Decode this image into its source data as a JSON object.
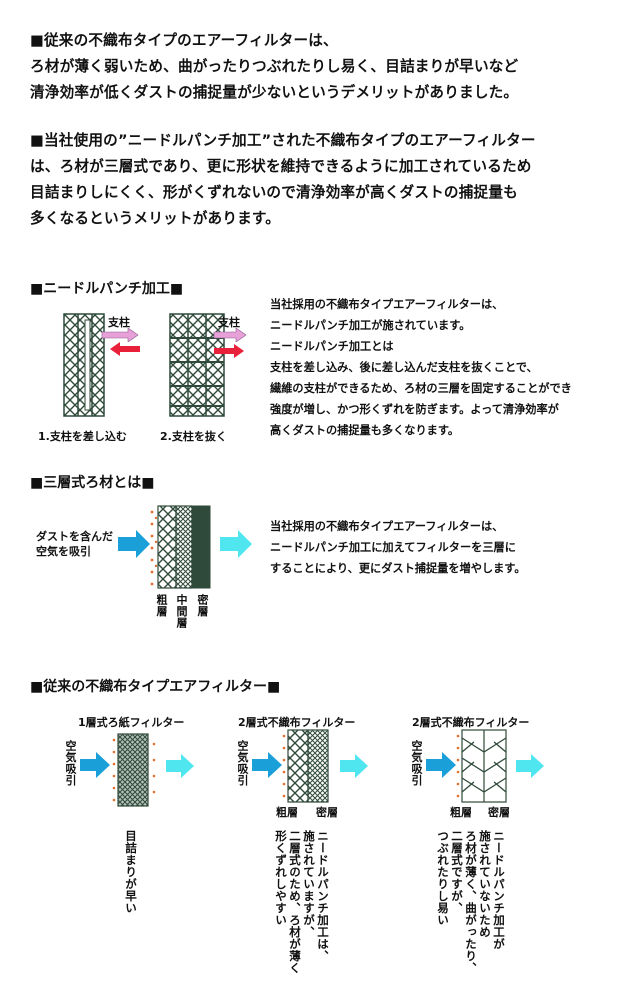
{
  "intro": {
    "para1": [
      "■従来の不織布タイプのエアーフィルターは、",
      "ろ材が薄く弱いため、曲がったりつぶれたりし易く、目詰まりが早いなど",
      "清浄効率が低くダストの捕捉量が少ないというデメリットがありました。"
    ],
    "para2": [
      "■当社使用の”ニードルパンチ加工”された不織布タイプのエアーフィルター",
      "は、ろ材が三層式であり、更に形状を維持できるように加工されているため",
      "目詰まりしにくく、形がくずれないので清浄効率が高くダストの捕捉量も",
      "多くなるというメリットがあります。"
    ]
  },
  "needle": {
    "heading": "■ニードルパンチ加工■",
    "pillar_label": "支柱",
    "step1": "1.支柱を差し込む",
    "step2": "2.支柱を抜く",
    "desc": [
      "当社採用の不織布タイプエアーフィルターは、",
      "ニードルパンチ加工が施されています。",
      "ニードルパンチ加工とは",
      "支柱を差し込み、後に差し込んだ支柱を抜くことで、",
      "繊維の支柱ができるため、ろ材の三層を固定することができ",
      "強度が増し、かつ形くずれを防ぎます。よって清浄効率が",
      "高くダストの捕捉量も多くなります。"
    ]
  },
  "three_layer": {
    "heading": "■三層式ろ材とは■",
    "intake_line1": "ダストを含んだ",
    "intake_line2": "空気を吸引",
    "layer_coarse": "粗層",
    "layer_middle": "中間層",
    "layer_dense": "密層",
    "desc": [
      "当社採用の不織布タイプエアーフィルターは、",
      "ニードルパンチ加工に加えてフィルターを三層に",
      "することにより、更にダスト捕捉量を増やします。"
    ]
  },
  "conventional": {
    "heading": "■従来の不織布タイプエアフィルター■",
    "air_intake": "空気吸引",
    "layer_coarse": "粗層",
    "layer_dense": "密層",
    "col1": {
      "title": "1層式ろ紙フィルター",
      "note": [
        "目詰まりが早い"
      ]
    },
    "col2": {
      "title": "2層式不織布フィルター",
      "note": [
        "ニードルパンチ加工は、",
        "施されていますが、",
        "二層式のため、ろ材が薄く",
        "形くずれしやすい"
      ]
    },
    "col3": {
      "title": "2層式不織布フィルター",
      "note": [
        "ニードルパンチ加工が",
        "施されていないため",
        "ろ材が薄く、曲がったり、",
        "二層式ですが、",
        "つぶれたりし易い"
      ]
    }
  },
  "colors": {
    "mesh_dark": "#2f4a3a",
    "arrow_blue": "#1a9fd8",
    "arrow_cyan": "#4fe6f0",
    "arrow_red": "#e8203a",
    "arrow_pink": "#e8a0d8",
    "dust_orange": "#e07030"
  }
}
